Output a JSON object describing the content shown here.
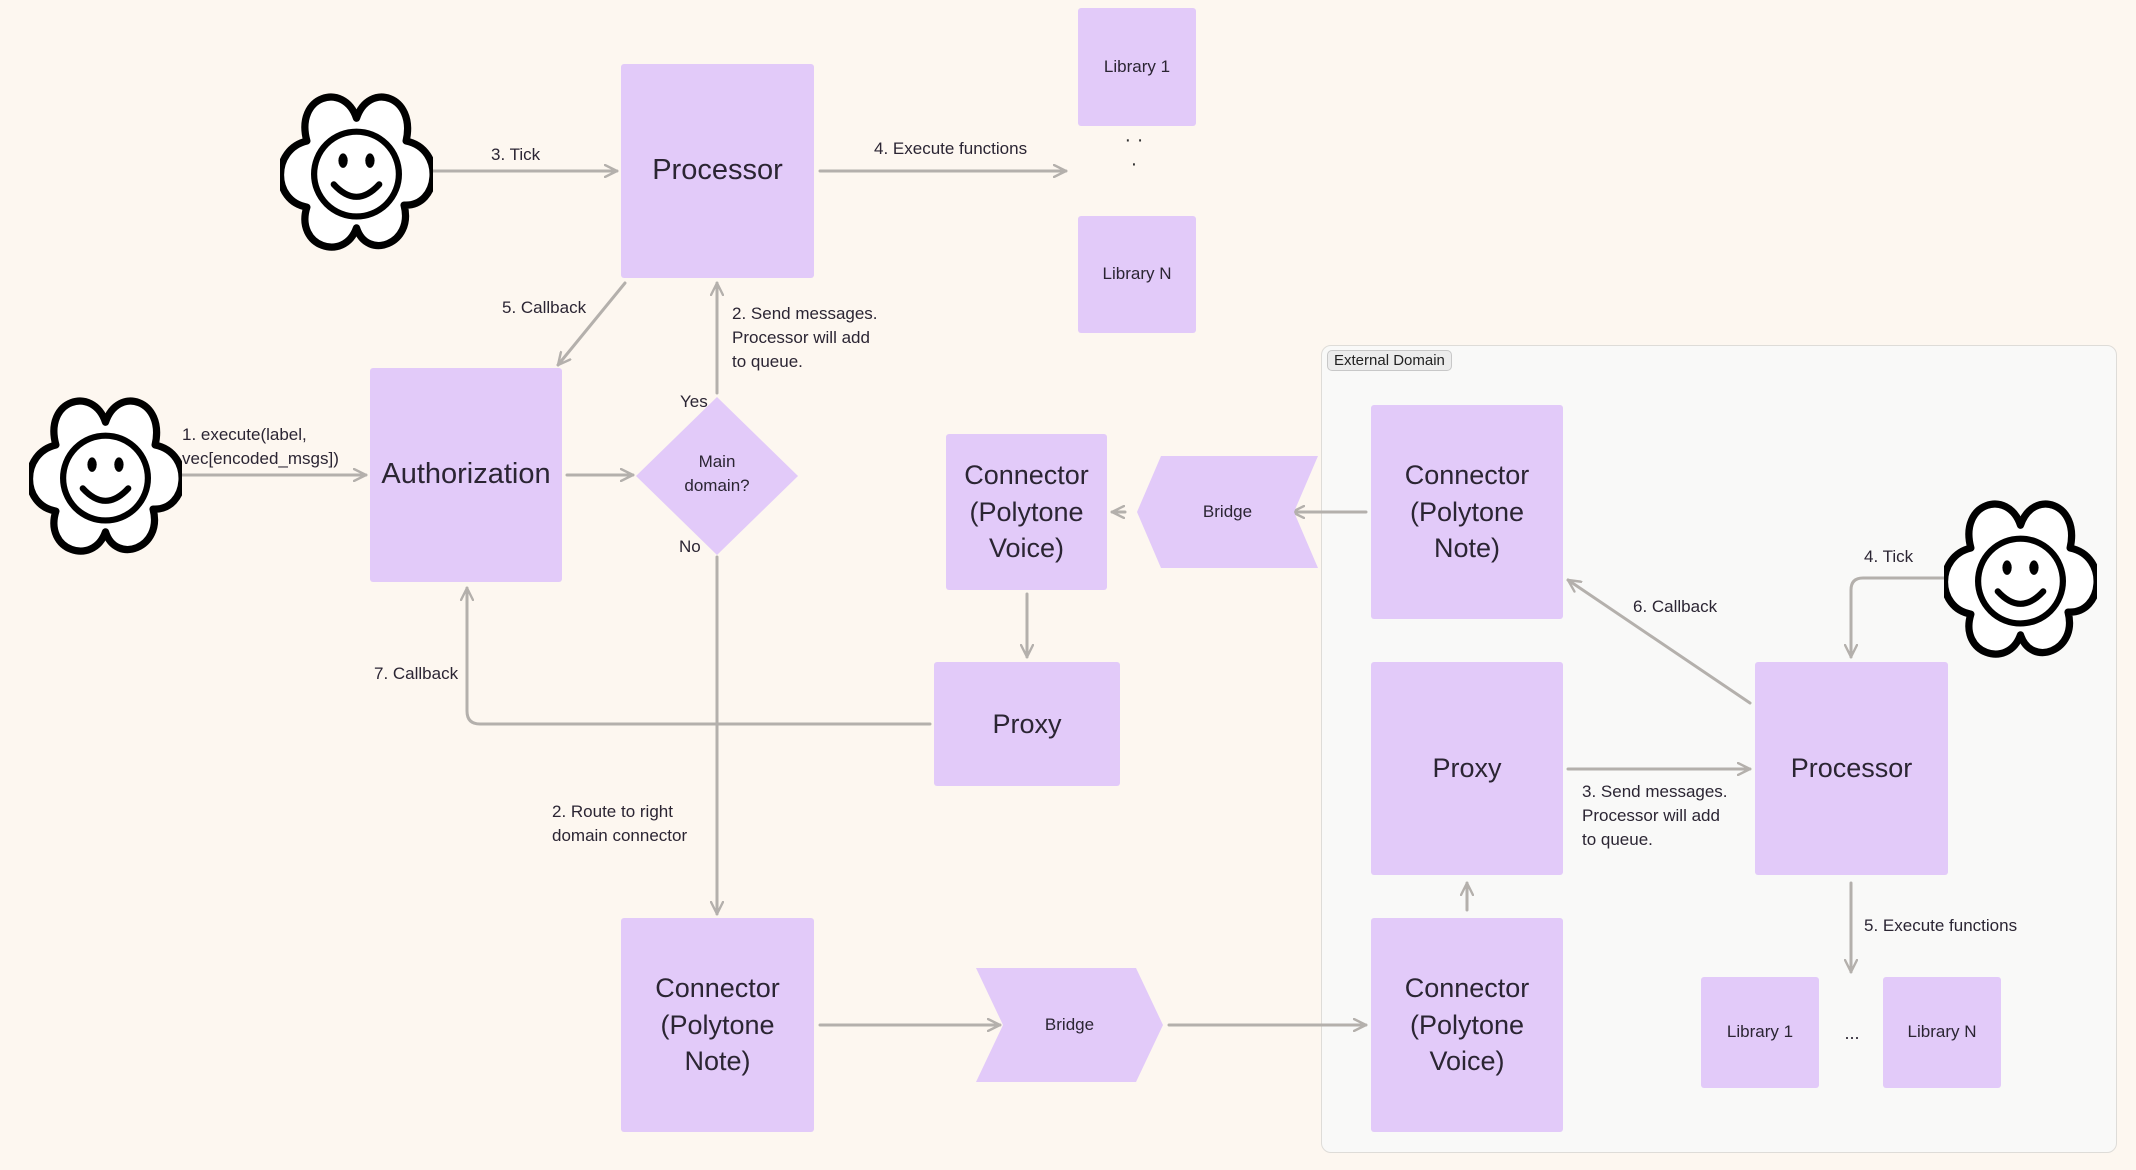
{
  "nodes": {
    "processor_top": "Processor",
    "library_1_top": "Library 1",
    "library_n_top": "Library N",
    "library_dots_top": "·\n·\n·",
    "authorization": "Authorization",
    "decision": "Main\ndomain?",
    "connector_voice_main": "Connector\n(Polytone\nVoice)",
    "bridge_upper": "Bridge",
    "proxy_main": "Proxy",
    "connector_note_main": "Connector\n(Polytone\nNote)",
    "bridge_lower": "Bridge",
    "external_domain_tag": "External Domain",
    "connector_note_ext": "Connector\n(Polytone\nNote)",
    "proxy_ext": "Proxy",
    "connector_voice_ext": "Connector\n(Polytone\nVoice)",
    "processor_ext": "Processor",
    "library_1_ext": "Library 1",
    "library_dots_ext": "...",
    "library_n_ext": "Library N"
  },
  "labels": {
    "tick_top": "3. Tick",
    "execute_top": "4. Execute functions",
    "callback_5": "5. Callback",
    "send_messages_top": "2. Send messages.\n   Processor will add\n   to queue.",
    "yes": "Yes",
    "no": "No",
    "execute_call": "1. execute(label,\n    vec[encoded_msgs])",
    "callback_7": "7. Callback",
    "route": "2. Route to right\n    domain connector",
    "tick_ext": "4. Tick",
    "callback_6": "6. Callback",
    "send_messages_ext": "3. Send messages.\n    Processor will add\n    to queue.",
    "execute_ext": "5. Execute functions"
  },
  "colors": {
    "background": "#fdf7f0",
    "node_fill": "#e2caf9",
    "connector_stroke": "#b4b0ac",
    "external_frame": "#f9f9f8"
  },
  "icons": [
    "smiley-flower-icon",
    "smiley-flower-icon",
    "smiley-flower-icon"
  ]
}
